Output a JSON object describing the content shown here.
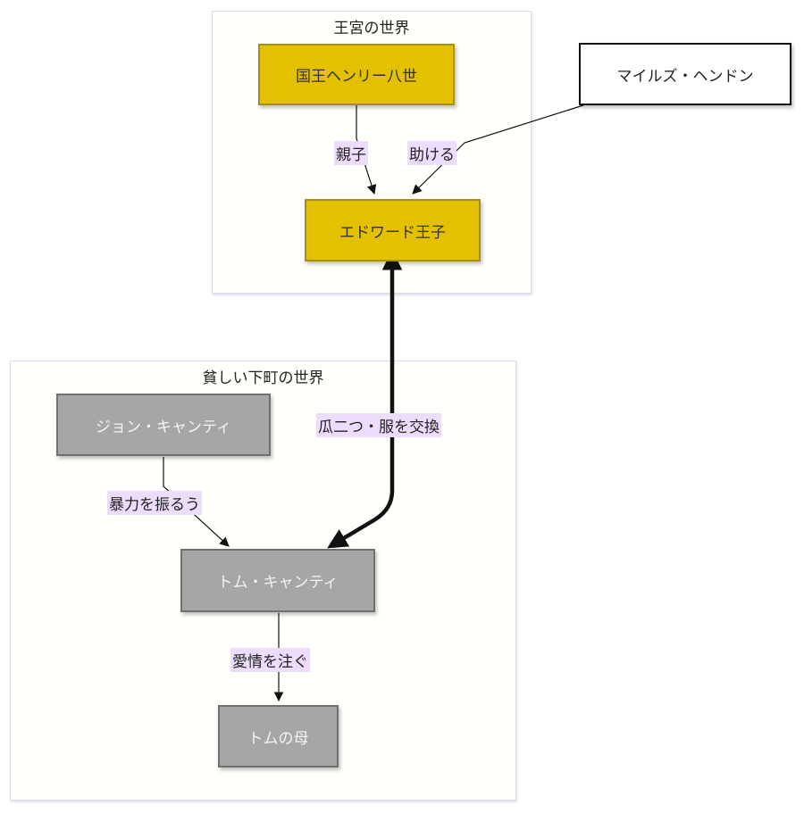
{
  "clusters": {
    "palace": {
      "title": "王宮の世界"
    },
    "slum": {
      "title": "貧しい下町の世界"
    }
  },
  "nodes": {
    "henry": {
      "label": "国王ヘンリー八世"
    },
    "edward": {
      "label": "エドワード王子"
    },
    "miles": {
      "label": "マイルズ・ヘンドン"
    },
    "john": {
      "label": "ジョン・キャンティ"
    },
    "tom": {
      "label": "トム・キャンティ"
    },
    "mother": {
      "label": "トムの母"
    }
  },
  "edges": [
    {
      "from": "henry",
      "to": "edward",
      "label": "親子",
      "style": "arrow"
    },
    {
      "from": "miles",
      "to": "edward",
      "label": "助ける",
      "style": "arrow"
    },
    {
      "from": "edward",
      "to": "tom",
      "label": "瓜二つ・服を交換",
      "style": "thick-bidirectional"
    },
    {
      "from": "john",
      "to": "tom",
      "label": "暴力を振るう",
      "style": "arrow"
    },
    {
      "from": "tom",
      "to": "mother",
      "label": "愛情を注ぐ",
      "style": "arrow"
    }
  ],
  "colors": {
    "royal_fill": "#e3c100",
    "poor_fill": "#a6a6a6",
    "edge_label_bg": "#eedcff",
    "cluster_bg": "#fffffb"
  }
}
